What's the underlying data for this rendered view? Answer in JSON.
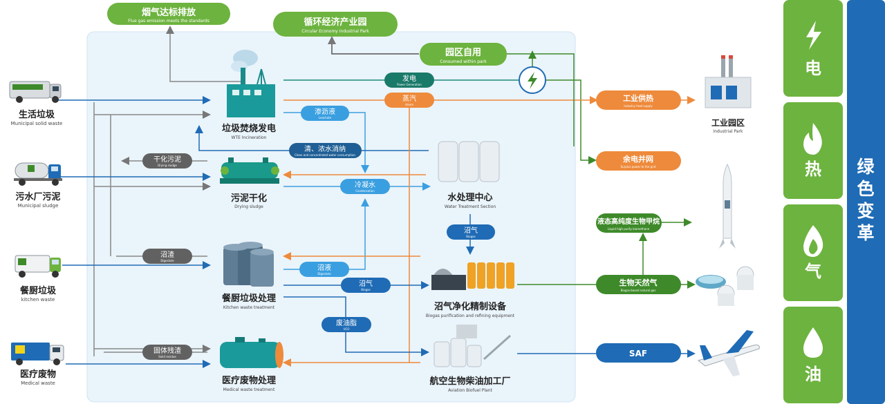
{
  "top_nodes": {
    "flue_gas": {
      "zh": "烟气达标排放",
      "en": "Flue gas emission meets the standards"
    },
    "circular_park": {
      "zh": "循环经济产业园",
      "en": "Circular Economy Industrial Park"
    },
    "consumed": {
      "zh": "园区自用",
      "en": "Consumed within park"
    }
  },
  "inputs": [
    {
      "zh": "生活垃圾",
      "en": "Municipal solid waste",
      "icon": "garbage-truck-icon"
    },
    {
      "zh": "污水厂污泥",
      "en": "Municipal sludge",
      "icon": "tanker-truck-icon"
    },
    {
      "zh": "餐厨垃圾",
      "en": "kitchen waste",
      "icon": "kitchen-waste-truck-icon"
    },
    {
      "zh": "医疗废物",
      "en": "Medical waste",
      "icon": "medical-waste-truck-icon"
    }
  ],
  "facilities": {
    "wte": {
      "zh": "垃圾焚烧发电",
      "en": "WTE Incineration"
    },
    "sludge": {
      "zh": "污泥干化",
      "en": "Drying sludge"
    },
    "kitchen": {
      "zh": "餐厨垃圾处理",
      "en": "Kitchen waste treatment"
    },
    "medical": {
      "zh": "医疗废物处理",
      "en": "Medical waste treatment"
    },
    "water": {
      "zh": "水处理中心",
      "en": "Water Treatment Section"
    },
    "biogas": {
      "zh": "沼气净化精制设备",
      "en": "Biogas purification and refining equipment"
    },
    "biofuel": {
      "zh": "航空生物柴油加工厂",
      "en": "Aviation Biofuel Plant"
    }
  },
  "flow_labels": {
    "power": {
      "zh": "发电",
      "en": "Power Generation"
    },
    "steam": {
      "zh": "蒸汽",
      "en": "steam"
    },
    "leachate": {
      "zh": "渗沥液",
      "en": "Leachate"
    },
    "clean_water": {
      "zh": "清、浓水消纳",
      "en": "Clean and concentrated water consumption"
    },
    "dry_sludge": {
      "zh": "干化污泥",
      "en": "Drying sludge"
    },
    "condensate": {
      "zh": "冷凝水",
      "en": "Condensation"
    },
    "biogas_water": {
      "zh": "沼气",
      "en": "Biogas"
    },
    "slag": {
      "zh": "沼渣",
      "en": "Digestate"
    },
    "slurry": {
      "zh": "沼液",
      "en": "Digestate"
    },
    "biogas_kitchen": {
      "zh": "沼气",
      "en": "Biogas"
    },
    "uco": {
      "zh": "废油脂",
      "en": "UCO"
    },
    "solid_residue": {
      "zh": "固体残渣",
      "en": "Solid residue"
    }
  },
  "outputs": {
    "industrial_heat": {
      "zh": "工业供热",
      "en": "Industry heat supply"
    },
    "grid": {
      "zh": "余电并网",
      "en": "Surplus power to the grid"
    },
    "lng": {
      "zh": "液态高纯度生物甲烷",
      "en": "Liquid high purity biomethane"
    },
    "bio_gas": {
      "zh": "生物天然气",
      "en": "Biogas-based natural gas"
    },
    "saf": "SAF",
    "industrial_park": {
      "zh": "工业园区",
      "en": "Industrial Park"
    }
  },
  "categories": [
    {
      "label": "电",
      "icon": "lightning-icon"
    },
    {
      "label": "热",
      "icon": "flame-icon"
    },
    {
      "label": "气",
      "icon": "gas-flame-icon"
    },
    {
      "label": "油",
      "icon": "oil-drop-icon"
    }
  ],
  "banner": "绿色变革",
  "colors": {
    "green": "#6db33f",
    "dark_green": "#3e8a2a",
    "blue": "#1f6bb5",
    "light_blue": "#3a9fe0",
    "orange": "#ee8a3b",
    "dark_gray": "#616161",
    "teal": "#1a9a9a",
    "panel": "#eaf4fb"
  }
}
